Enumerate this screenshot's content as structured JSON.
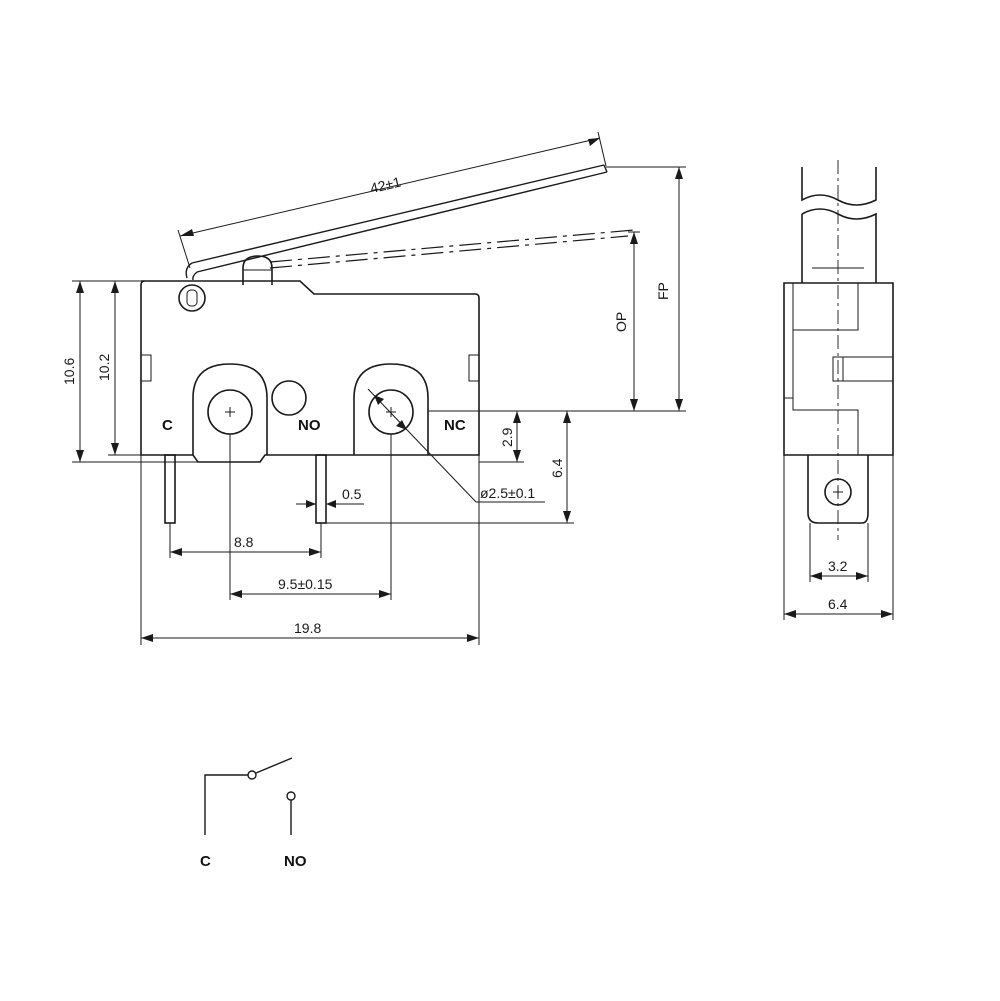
{
  "dimensions": {
    "lever_length": "42±1",
    "free_position": "FP",
    "operating_position": "OP",
    "height_outer": "10.6",
    "height_inner": "10.2",
    "terminal_offset": "2.9",
    "terminal_length": "6.4",
    "terminal_thickness": "0.5",
    "hole_diameter": "ø2.5±0.1",
    "pitch_c_no": "8.8",
    "hole_pitch": "9.5±0.15",
    "total_length": "19.8",
    "terminal_width": "3.2",
    "side_width": "6.4"
  },
  "terminals": {
    "common": "C",
    "normally_open": "NO",
    "normally_closed": "NC"
  },
  "schematic": {
    "common": "C",
    "normally_open": "NO"
  }
}
